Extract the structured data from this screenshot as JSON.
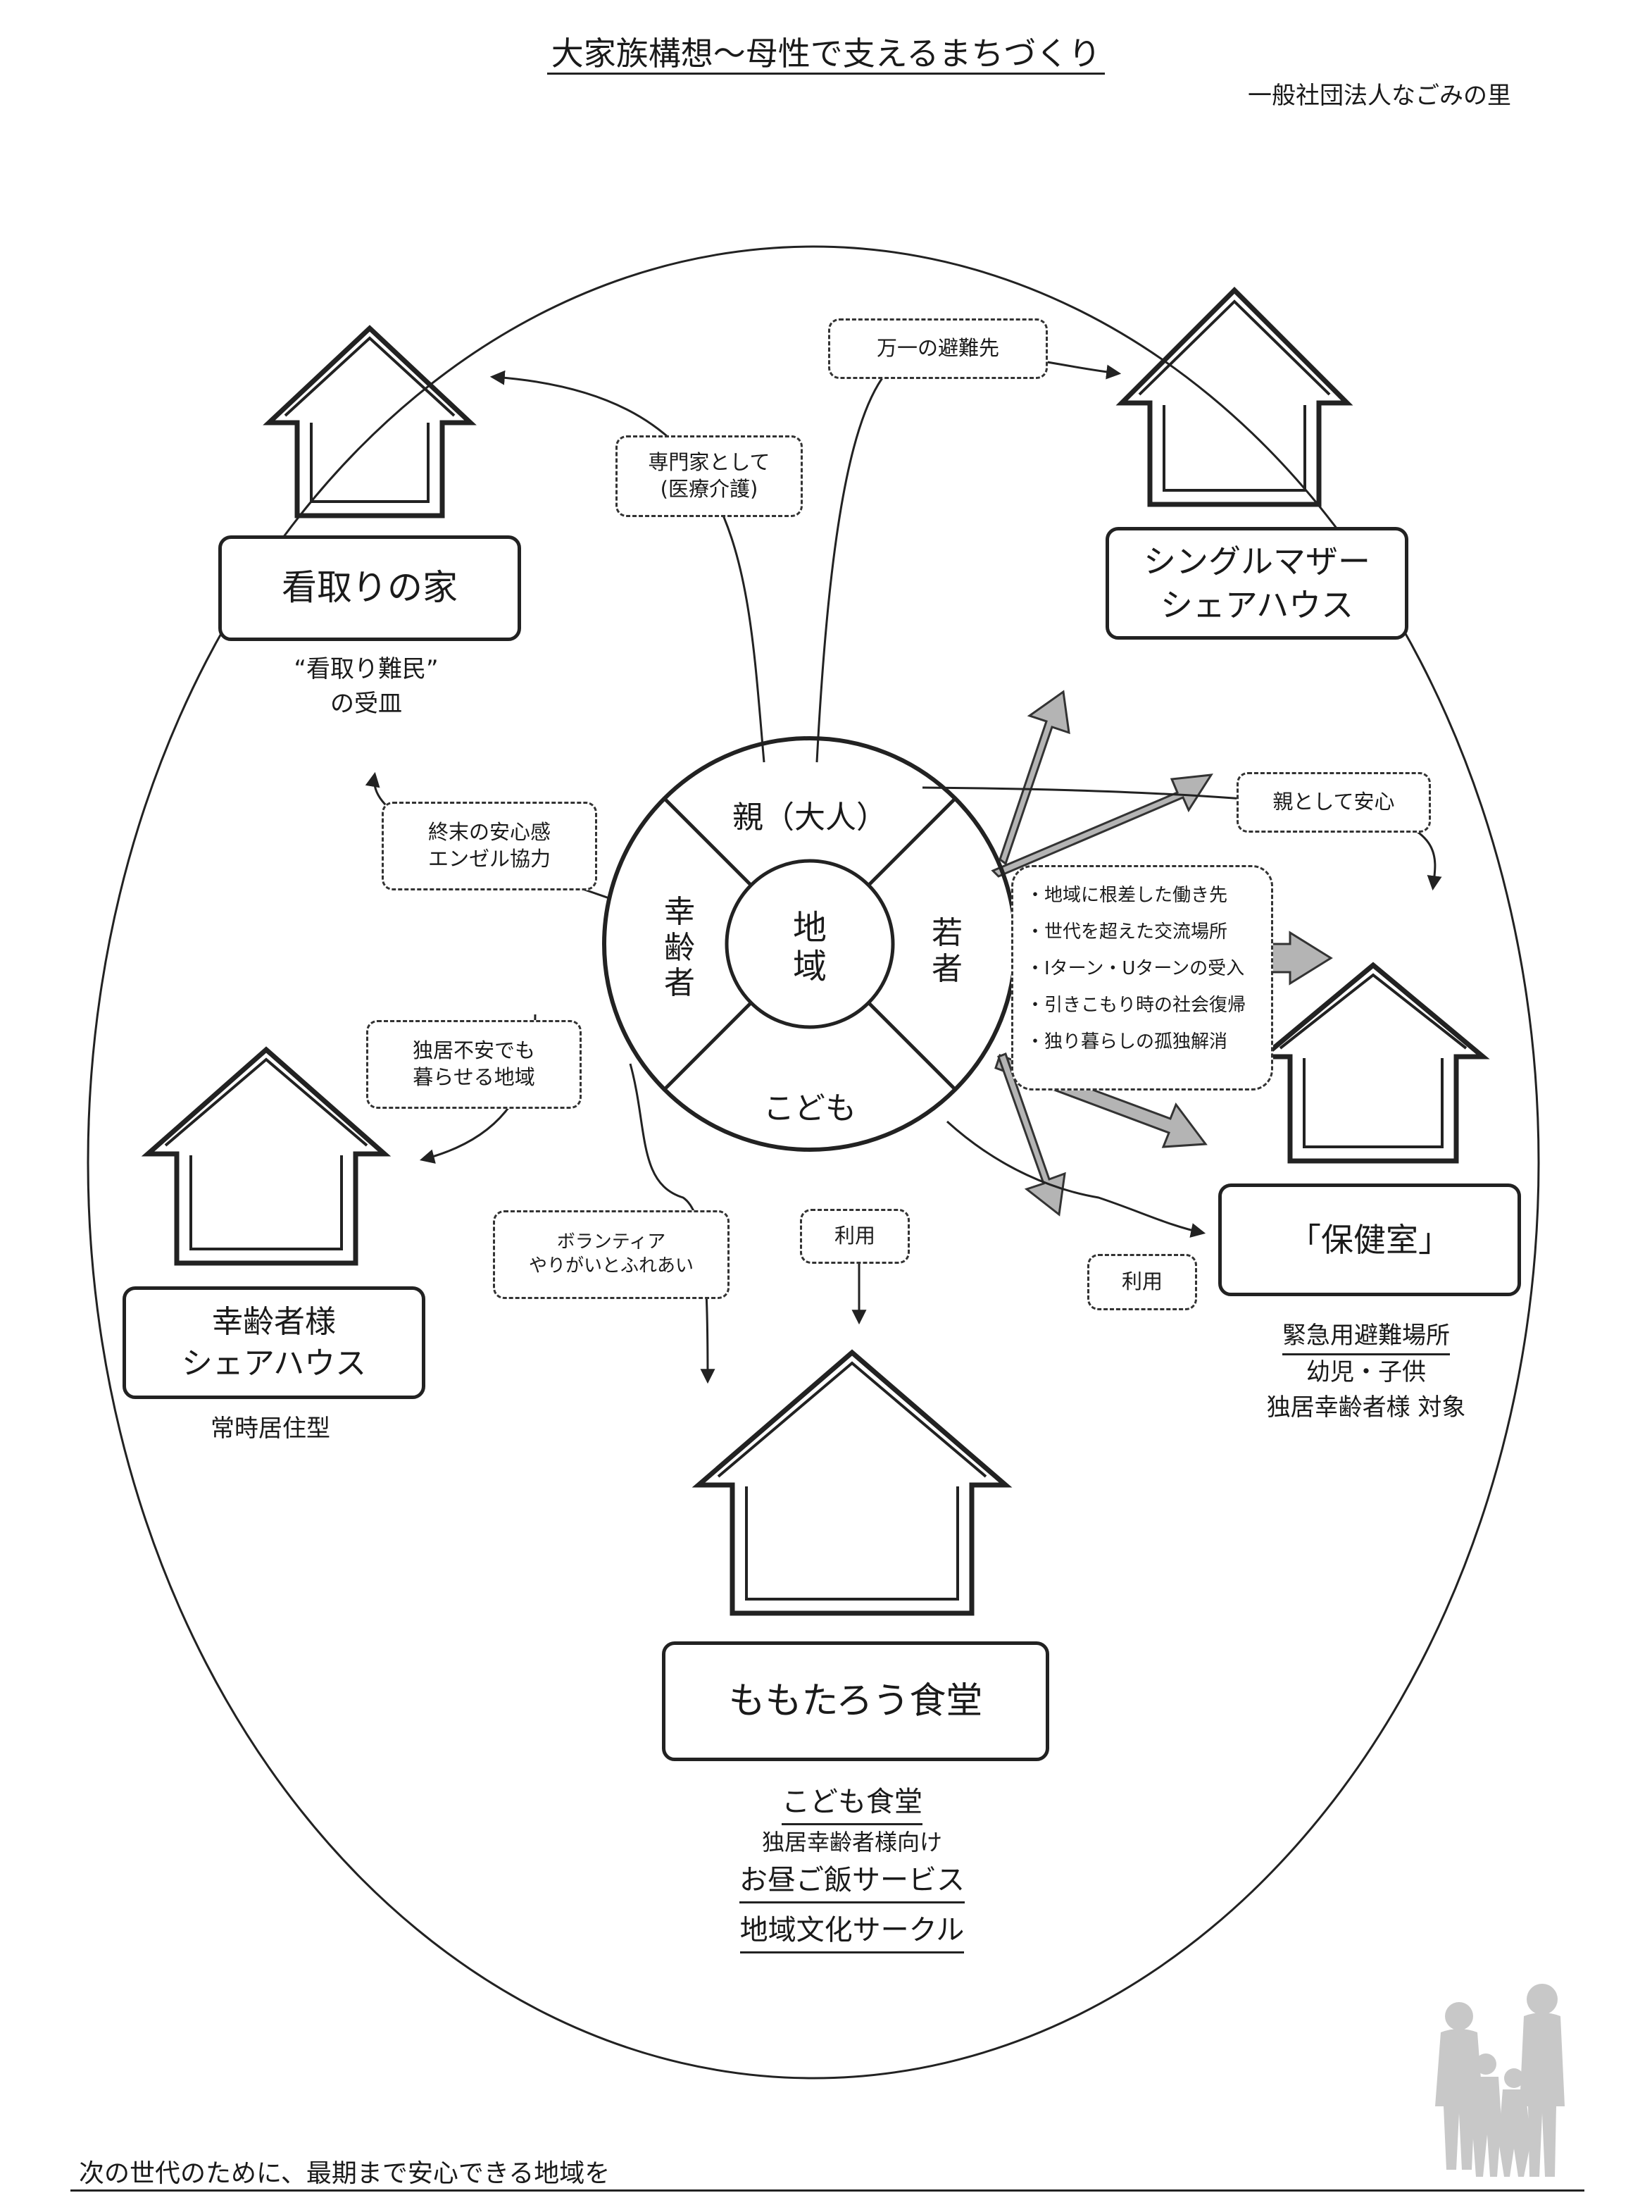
{
  "title": "大家族構想〜母性で支えるまちづくり",
  "organization": "一般社団法人なごみの里",
  "footer": "次の世代のために、最期まで安心できる地域を",
  "center": {
    "core": [
      "地",
      "域"
    ],
    "top": "親（大人）",
    "left": [
      "幸",
      "齢",
      "者"
    ],
    "right": [
      "若",
      "者"
    ],
    "bottom": "こども"
  },
  "houses": {
    "mitori": {
      "label": "看取りの家",
      "note1": "“看取り難民”",
      "note2": "の受皿"
    },
    "single_mother": {
      "line1": "シングルマザー",
      "line2": "シェアハウス"
    },
    "elder": {
      "line1": "幸齢者様",
      "line2": "シェアハウス",
      "note": "常時居住型"
    },
    "hokenshitsu": {
      "label": "「保健室」",
      "note1": "緊急用避難場所",
      "note2": "幼児・子供",
      "note3": "独居幸齢者様 対象"
    },
    "shokudo": {
      "label": "ももたろう食堂",
      "note1": "こども食堂",
      "note2": "独居幸齢者様向け",
      "note3": "お昼ご飯サービス",
      "note4": "地域文化サークル"
    }
  },
  "links": {
    "expert": {
      "line1": "専門家として",
      "line2": "(医療介護)"
    },
    "emergency": "万一の避難先",
    "end_of_life": {
      "line1": "終末の安心感",
      "line2": "エンゼル協力"
    },
    "parent_relief": "親として安心",
    "living_alone": {
      "line1": "独居不安でも",
      "line2": "暮らせる地域"
    },
    "volunteer": {
      "line1": "ボランティア",
      "line2": "やりがいとふれあい"
    },
    "use_center": "利用",
    "use_right": "利用"
  },
  "youth_benefits": [
    "・地域に根差した働き先",
    "・世代を超えた交流場所",
    "・Iターン・Uターンの受入",
    "・引きこもり時の社会復帰",
    "・独り暮らしの孤独解消"
  ],
  "colors": {
    "line": "#222222",
    "gray_arrow": "#b4b4b4",
    "silhouette": "#c8c8c8"
  }
}
